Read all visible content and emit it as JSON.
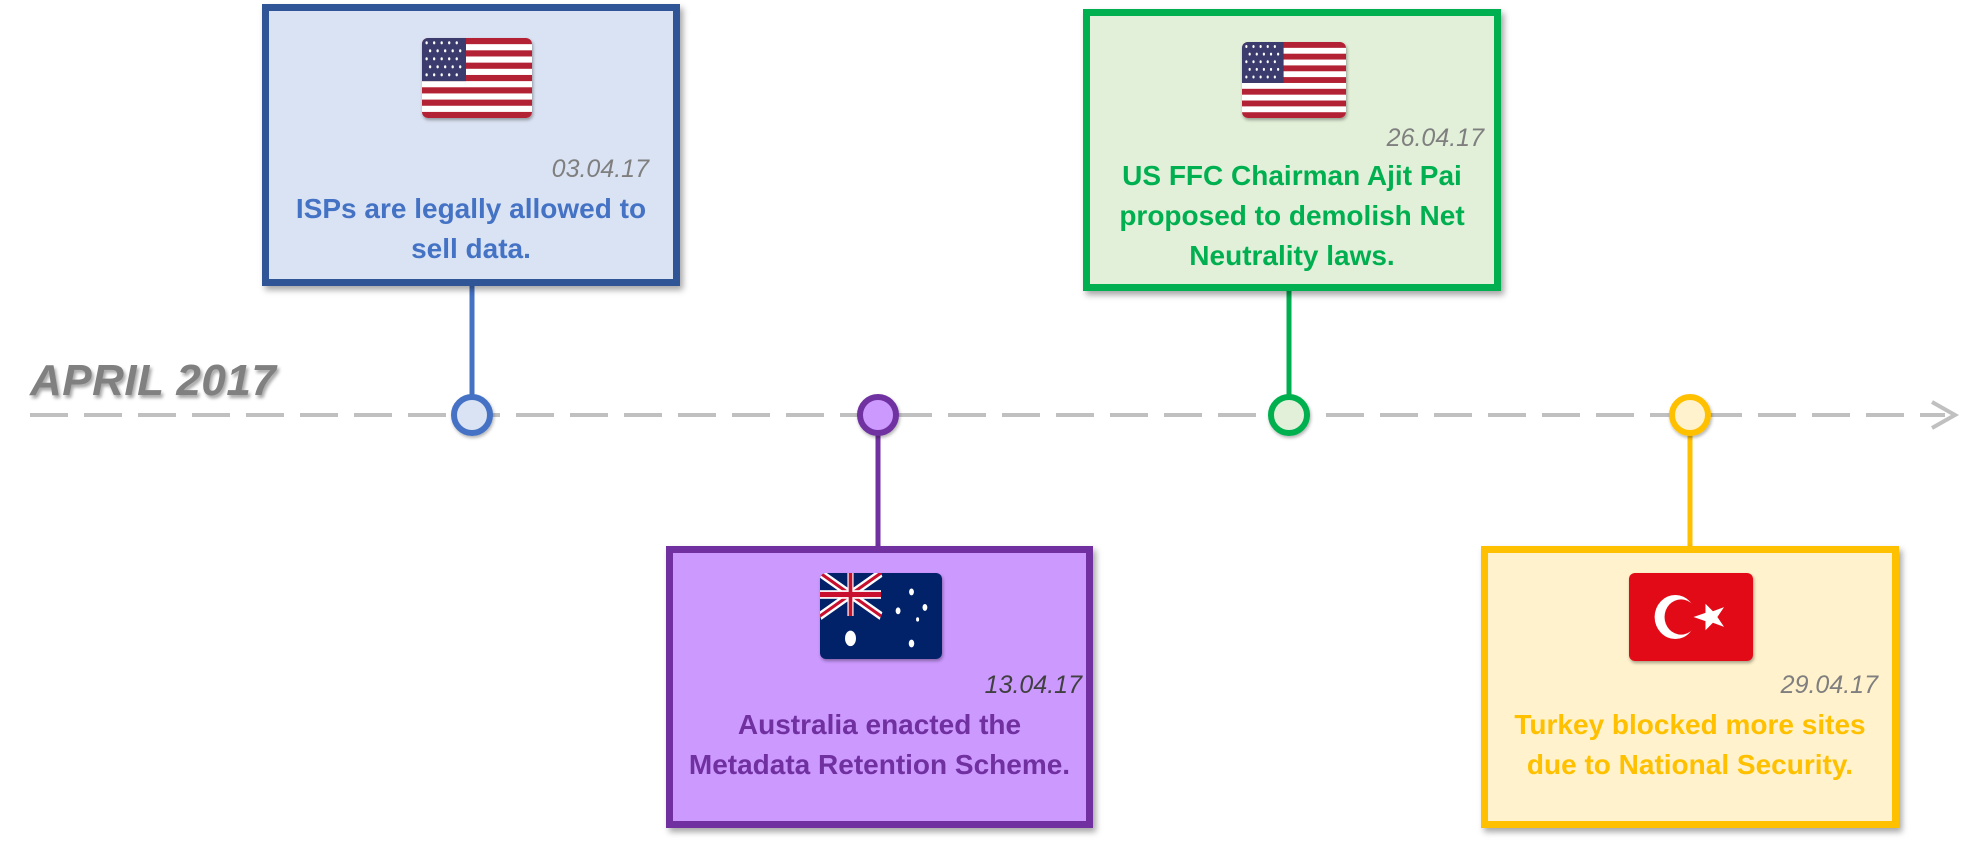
{
  "timeline": {
    "title": "APRIL 2017",
    "line_color": "#c0c0c0"
  },
  "events": [
    {
      "id": "isps",
      "date": "03.04.17",
      "text": "ISPs are legally allowed to sell data.",
      "flag_icon": "us-flag-icon",
      "accent": "#4472c4",
      "border": "#2f5597",
      "fill": "#dae3f3",
      "text_color": "#4472c4",
      "date_color": "#7f7f7f"
    },
    {
      "id": "australia",
      "date": "13.04.17",
      "text": "Australia enacted the Metadata Retention Scheme.",
      "flag_icon": "australia-flag-icon",
      "accent": "#7030a0",
      "border": "#7030a0",
      "fill": "#cc99ff",
      "text_color": "#7030a0",
      "date_color": "#404040"
    },
    {
      "id": "net-neutrality",
      "date": "26.04.17",
      "text": "US FFC Chairman Ajit Pai proposed to demolish Net Neutrality laws.",
      "flag_icon": "us-flag-icon",
      "accent": "#00b050",
      "border": "#00b050",
      "fill": "#e2f0d9",
      "text_color": "#00b050",
      "date_color": "#7f7f7f"
    },
    {
      "id": "turkey",
      "date": "29.04.17",
      "text": "Turkey blocked more sites due to National Security.",
      "flag_icon": "turkey-flag-icon",
      "accent": "#ffc000",
      "border": "#ffc000",
      "fill": "#fff2cc",
      "text_color": "#ffc000",
      "date_color": "#7f7f7f"
    }
  ]
}
